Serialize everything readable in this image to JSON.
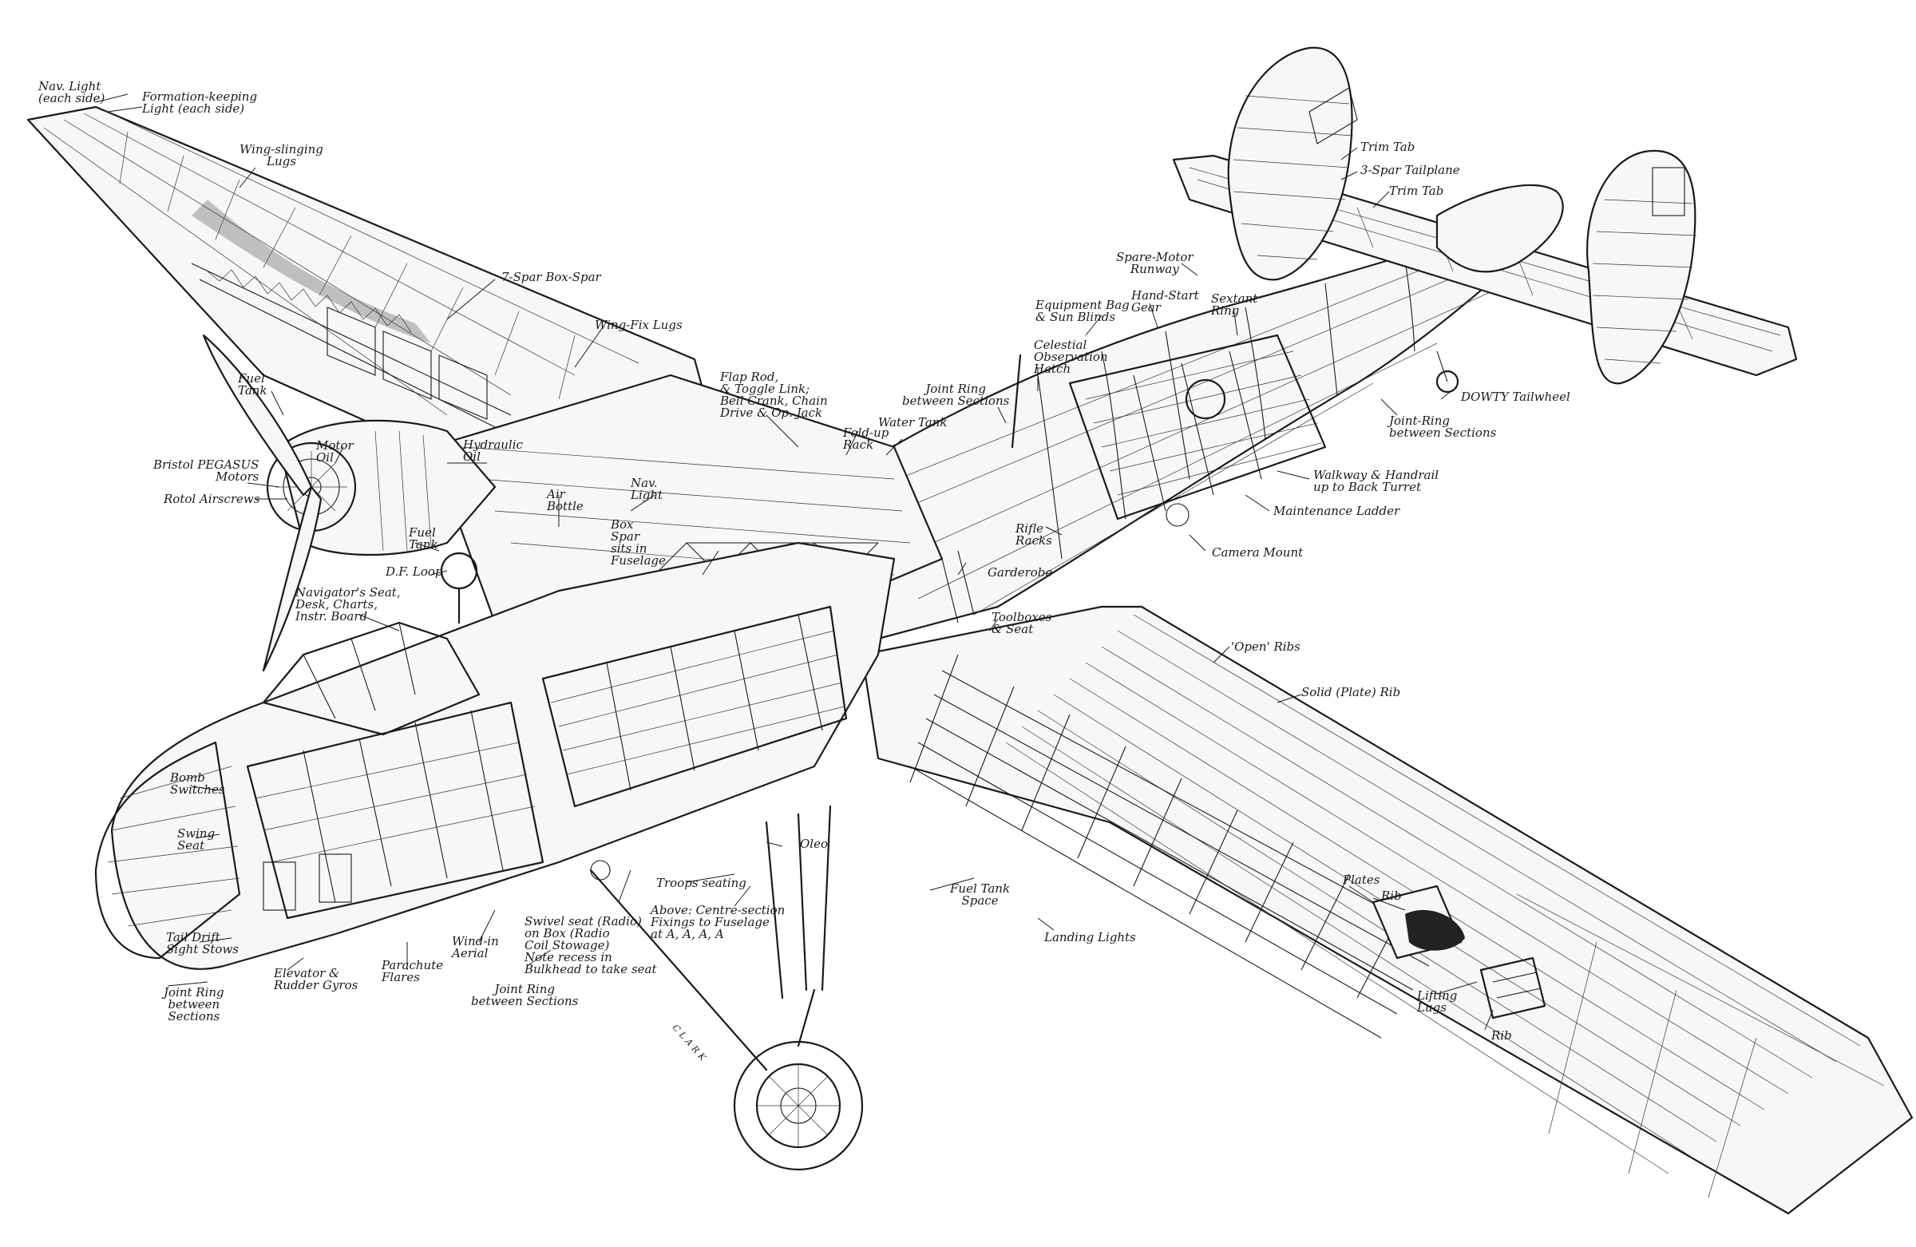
{
  "colors": {
    "ink": "#1a1a1a",
    "paper": "#ffffff"
  },
  "labels": {
    "nav_light": "Nav. Light\n(each side)",
    "formation_light": "Formation-keeping\nLight (each side)",
    "wing_slinging_lugs": "Wing-slinging\nLugs",
    "seven_spar": "7-Spar Box-Spar",
    "wing_fix_lugs": "Wing-Fix Lugs",
    "fuel_tank_outer": "Fuel\nTank",
    "motor_oil": "Motor\nOil",
    "bristol_pegasus": "Bristol PEGASUS\nMotors",
    "rotol_airscrews": "Rotol Airscrews",
    "hydraulic_oil": "Hydraulic\nOil",
    "air_bottle": "Air\nBottle",
    "fuel_tank_inner": "Fuel\nTank",
    "df_loop": "D.F. Loop",
    "navigators_seat": "Navigator's Seat,\nDesk, Charts,\nInstr. Board",
    "box_spar": "Box\nSpar\nsits in\nFuselage",
    "nav_light_top": "Nav.\nLight",
    "flap_rod": "Flap Rod,\n& Toggle Link;\nBell Crank, Chain\nDrive & Op. Jack",
    "fold_up_rack": "Fold-up\nRack",
    "water_tank": "Water Tank",
    "joint_ring_top": "Joint Ring\nbetween Sections",
    "celestial_hatch": "Celestial\nObservation\nHatch",
    "equipment_bag": "Equipment Bag\n& Sun Blinds",
    "hand_start_gear": "Hand-Start\nGear",
    "spare_motor_runway": "Spare-Motor\nRunway",
    "sextant_ring": "Sextant\nRing",
    "trim_tab_upper": "Trim Tab",
    "three_spar_tailplane": "3-Spar Tailplane",
    "trim_tab_lower": "Trim Tab",
    "dowty_tailwheel": "DOWTY Tailwheel",
    "joint_ring_tail": "Joint-Ring\nbetween Sections",
    "walkway": "Walkway & Handrail\nup to Back Turret",
    "maintenance_ladder": "Maintenance Ladder",
    "rifle_racks": "Rifle\nRacks",
    "camera_mount": "Camera Mount",
    "garderobe": "Garderobe",
    "toolboxes": "Toolboxes\n& Seat",
    "open_ribs": "'Open' Ribs",
    "solid_rib": "Solid (Plate) Rib",
    "bomb_switches": "Bomb\nSwitches",
    "swing_seat": "Swing\nSeat",
    "tail_drift": "Tail Drift\nSight Stows",
    "joint_ring_nose": "Joint Ring\nbetween\nSections",
    "elevator_gyros": "Elevator &\nRudder Gyros",
    "parachute_flares": "Parachute\nFlares",
    "wind_in_aerial": "Wind-in\nAerial",
    "joint_ring_floor": "Joint Ring\nbetween Sections",
    "swivel_seat": "Swivel seat (Radio)\non Box (Radio\nCoil Stowage)\nNote recess in\nBulkhead to take seat",
    "troops_seating": "Troops seating",
    "above_centre_section": "Above: Centre-section\nFixings to Fuselage\nat A, A, A, A",
    "oleo": "Oleo",
    "fuel_tank_space": "Fuel Tank\nSpace",
    "landing_lights": "Landing Lights",
    "plates": "Plates",
    "rib_wing": "Rib",
    "lifting_lugs": "Lifting\nLugs",
    "rib_lower": "Rib",
    "artist_signature": "CLARK"
  }
}
